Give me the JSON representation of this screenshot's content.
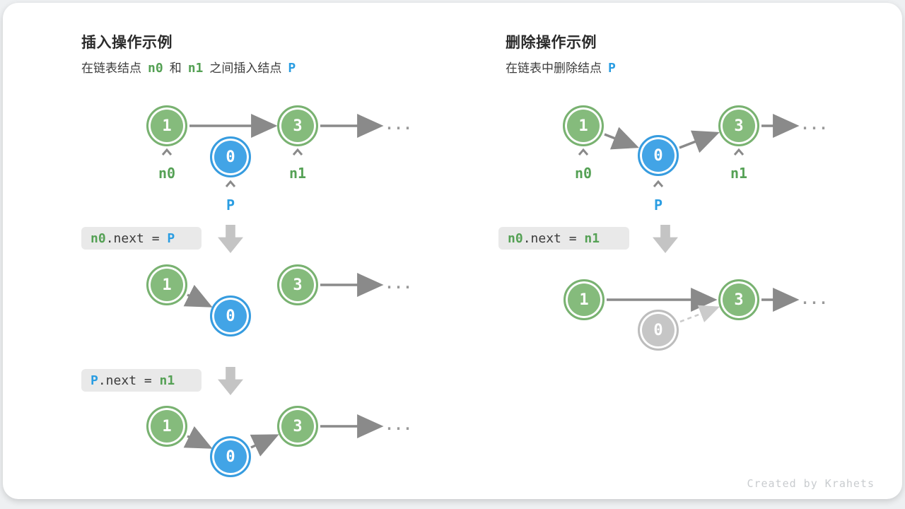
{
  "insert": {
    "title": "插入操作示例",
    "subtitle": {
      "part1": "在链表结点",
      "n0": "n0",
      "part2": "和",
      "n1": "n1",
      "part3": "之间插入结点",
      "p": "P"
    },
    "code1": {
      "a": "n0",
      "mid": ".next = ",
      "b": "P"
    },
    "code2": {
      "a": "P",
      "mid": ".next = ",
      "b": "n1"
    },
    "node_first": "1",
    "node_second": "3",
    "node_inserted": "0",
    "label_n0": "n0",
    "label_n1": "n1",
    "label_p": "P",
    "ellipsis": "..."
  },
  "delete": {
    "title": "删除操作示例",
    "subtitle": {
      "part1": "在链表中删除结点",
      "p": "P"
    },
    "code1": {
      "a": "n0",
      "mid": ".next = ",
      "b": "n1"
    },
    "node_first": "1",
    "node_second": "3",
    "node_deleted": "0",
    "label_n0": "n0",
    "label_n1": "n1",
    "label_p": "P",
    "ellipsis": "..."
  },
  "credit": "Created by Krahets",
  "colors": {
    "node_green": "#85bb7c",
    "node_blue": "#42a4e6",
    "node_gray": "#c6c6c6",
    "text_green": "#55a155",
    "text_blue": "#2a9de2",
    "arrow_gray": "#8a8a8a",
    "dashed_gray": "#cbcbcb",
    "code_bg": "#e9e9e9",
    "card_bg": "#ffffff"
  }
}
